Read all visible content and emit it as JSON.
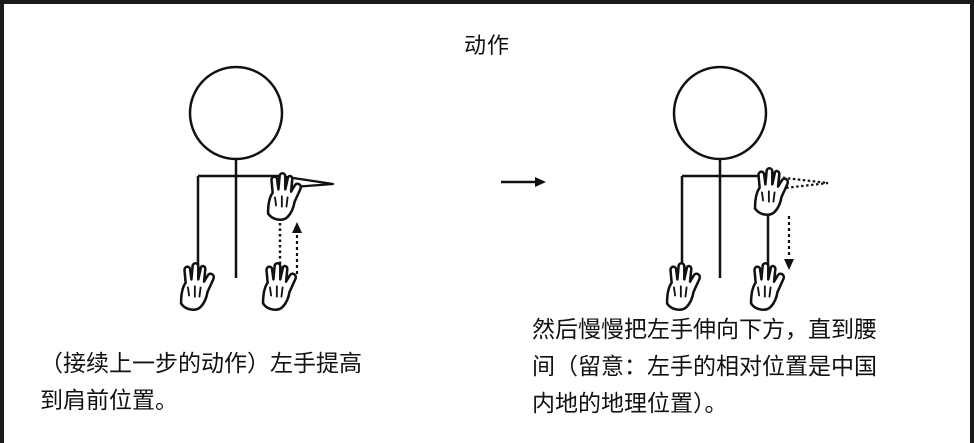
{
  "title": "动作",
  "left_caption_lines": [
    "（接续上一步的动作）左手提高",
    "到肩前位置。"
  ],
  "right_caption_lines": [
    "然后慢慢把左手伸向下方，直到腰",
    "间（留意：左手的相对位置是中国",
    "内地的地理位置）。"
  ],
  "step_arrow": "→",
  "colors": {
    "ink": "#111111",
    "frame": "#1a1a1a"
  },
  "icons": [
    "stick-figure",
    "open-hand",
    "arrow-up",
    "arrow-down",
    "arrow-right"
  ]
}
